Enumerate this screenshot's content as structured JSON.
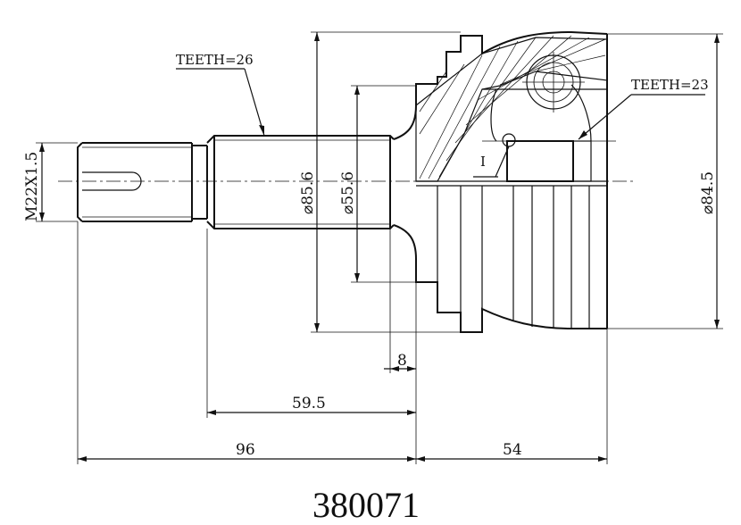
{
  "labels": {
    "teeth_left": "TEETH=26",
    "teeth_right": "TEETH=23",
    "detail_marker": "I"
  },
  "dimensions": {
    "thread": "M22X1.5",
    "dia_85_6": "⌀85.6",
    "dia_55_6": "⌀55.6",
    "dia_84_5": "⌀84.5",
    "len_8": "8",
    "len_59_5": "59.5",
    "len_96": "96",
    "len_54": "54"
  },
  "part_number": "380071"
}
